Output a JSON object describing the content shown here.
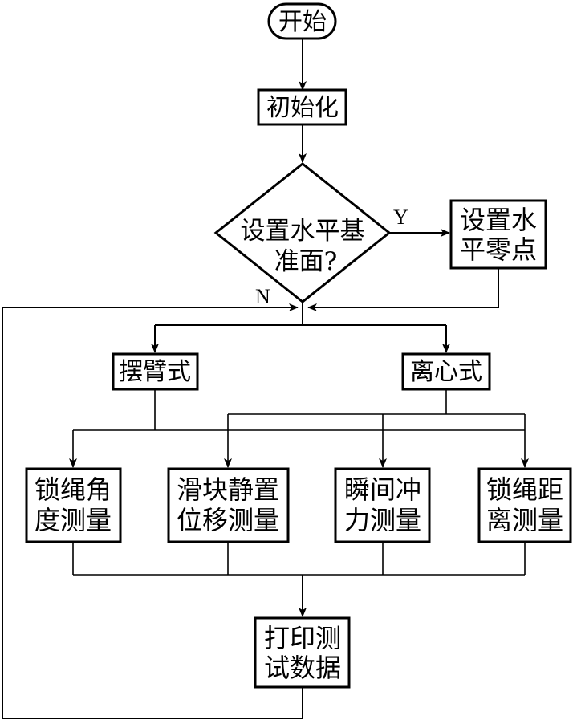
{
  "flowchart": {
    "start": "开始",
    "init": "初始化",
    "decision": {
      "line1": "设置水平基",
      "line2": "准面?"
    },
    "set_zero": {
      "line1": "设置水",
      "line2": "平零点"
    },
    "yes_label": "Y",
    "no_label": "N",
    "swing_arm": "摆臂式",
    "centrifugal": "离心式",
    "measure_rope_angle": {
      "line1": "锁绳角",
      "line2": "度测量"
    },
    "measure_slider": {
      "line1": "滑块静置",
      "line2": "位移测量"
    },
    "measure_impulse": {
      "line1": "瞬间冲",
      "line2": "力测量"
    },
    "measure_rope_distance": {
      "line1": "锁绳距",
      "line2": "离测量"
    },
    "print_data": {
      "line1": "打印测",
      "line2": "试数据"
    }
  }
}
